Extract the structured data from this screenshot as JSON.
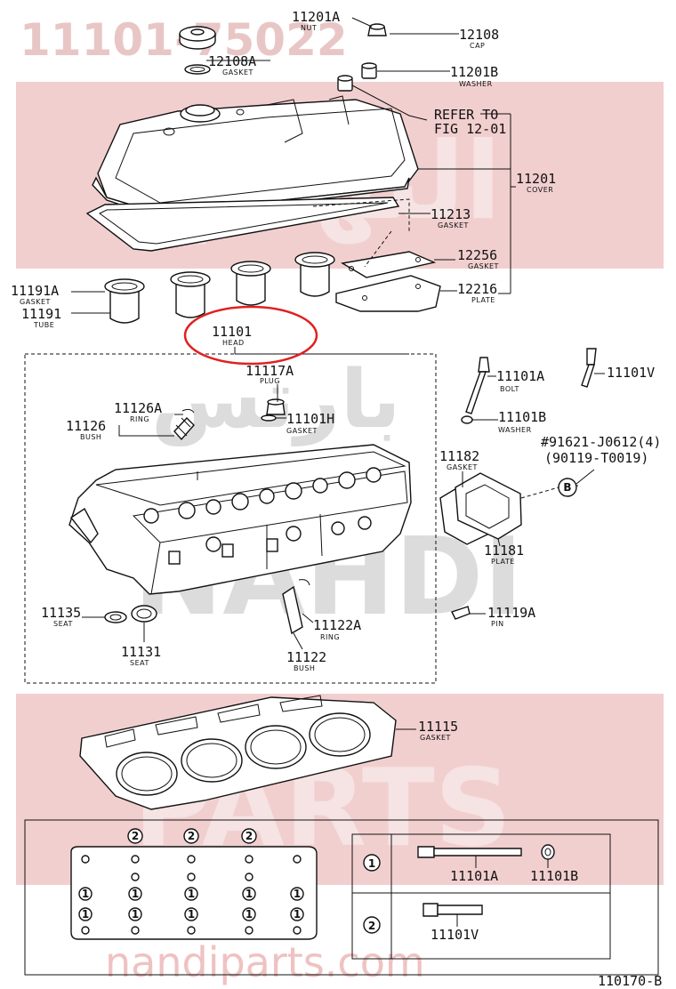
{
  "watermark": {
    "part_number": "11101-75022",
    "arabic": "النهدي",
    "arabic2": "بارتس",
    "latin1": "NAHDI",
    "latin2": "PARTS",
    "site": "nandiparts.com",
    "band_color": "#e8a4a4"
  },
  "highlight_color": "#e02020",
  "labels": {
    "l11201A": {
      "num": "11201A",
      "sub": "NUT"
    },
    "l12108": {
      "num": "12108",
      "sub": "CAP"
    },
    "l12108A": {
      "num": "12108A",
      "sub": "GASKET"
    },
    "l11201B": {
      "num": "11201B",
      "sub": "WASHER"
    },
    "refer": {
      "line1": "REFER TO",
      "line2": "FIG 12-01"
    },
    "l11201": {
      "num": "11201",
      "sub": "COVER"
    },
    "l11213": {
      "num": "11213",
      "sub": "GASKET"
    },
    "l12256": {
      "num": "12256",
      "sub": "GASKET"
    },
    "l12216": {
      "num": "12216",
      "sub": "PLATE"
    },
    "l11191A": {
      "num": "11191A",
      "sub": "GASKET"
    },
    "l11191": {
      "num": "11191",
      "sub": "TUBE"
    },
    "l11101": {
      "num": "11101",
      "sub": "HEAD"
    },
    "l11117A": {
      "num": "11117A",
      "sub": "PLUG"
    },
    "l11101H": {
      "num": "11101H",
      "sub": "GASKET"
    },
    "l11126A": {
      "num": "11126A",
      "sub": "RING"
    },
    "l11126": {
      "num": "11126",
      "sub": "BUSH"
    },
    "l11101A": {
      "num": "11101A",
      "sub": "BOLT"
    },
    "l11101V": {
      "num": "11101V"
    },
    "l11101B": {
      "num": "11101B",
      "sub": "WASHER"
    },
    "ref91621": {
      "line1": "#91621-J0612(4)",
      "line2": "(90119-T0019)"
    },
    "l11182": {
      "num": "11182",
      "sub": "GASKET"
    },
    "l11181": {
      "num": "11181",
      "sub": "PLATE"
    },
    "l11135": {
      "num": "11135",
      "sub": "SEAT"
    },
    "l11131": {
      "num": "11131",
      "sub": "SEAT"
    },
    "l11122A": {
      "num": "11122A",
      "sub": "RING"
    },
    "l11122": {
      "num": "11122",
      "sub": "BUSH"
    },
    "l11119A": {
      "num": "11119A",
      "sub": "PIN"
    },
    "l11115": {
      "num": "11115",
      "sub": "GASKET"
    }
  },
  "callout_b": "B",
  "legend": {
    "marker1": "1",
    "marker2": "2",
    "row1_bolt": "11101A",
    "row1_washer": "11101B",
    "row2_bolt": "11101V"
  },
  "figure_code": "110170-B"
}
